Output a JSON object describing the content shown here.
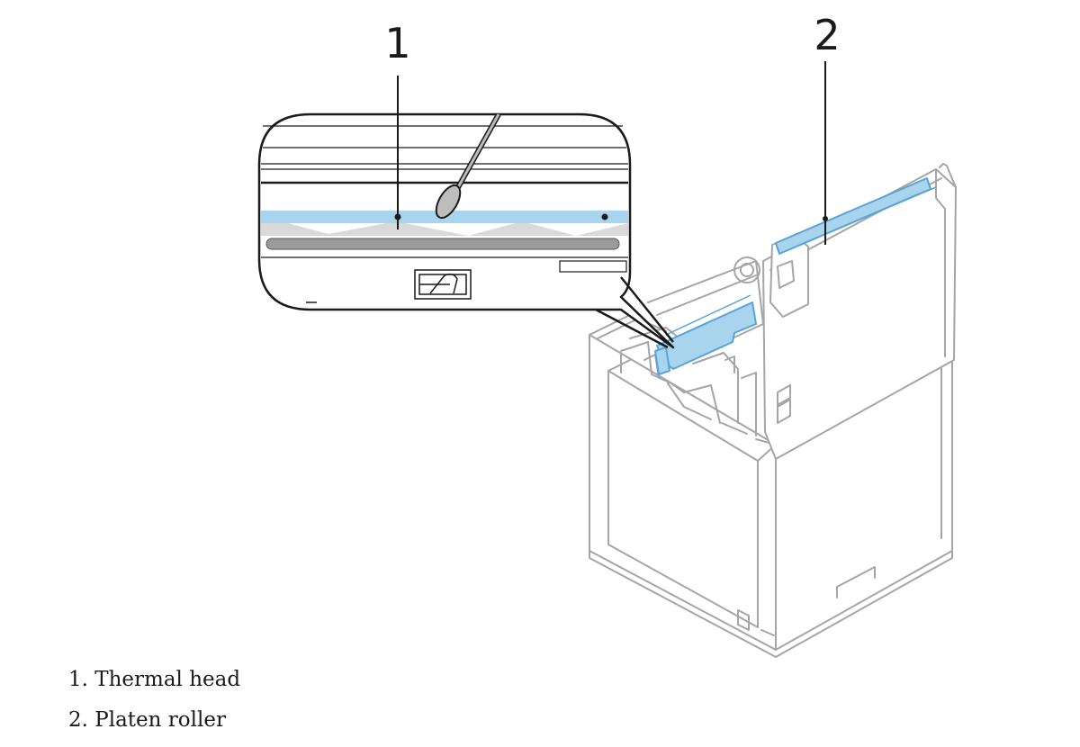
{
  "callouts": [
    {
      "number": "1"
    },
    {
      "number": "2"
    }
  ],
  "legend": [
    {
      "label": "1. Thermal head"
    },
    {
      "label": "2. Platen roller"
    }
  ],
  "colors": {
    "outline": "#9a9a9a",
    "highlight": "#a9d4ee",
    "highlight_stroke": "#5aa3d6",
    "ink": "#1a1a1a",
    "roller_gray": "#9b9b9b",
    "shade_gray": "#d9d9d9"
  }
}
